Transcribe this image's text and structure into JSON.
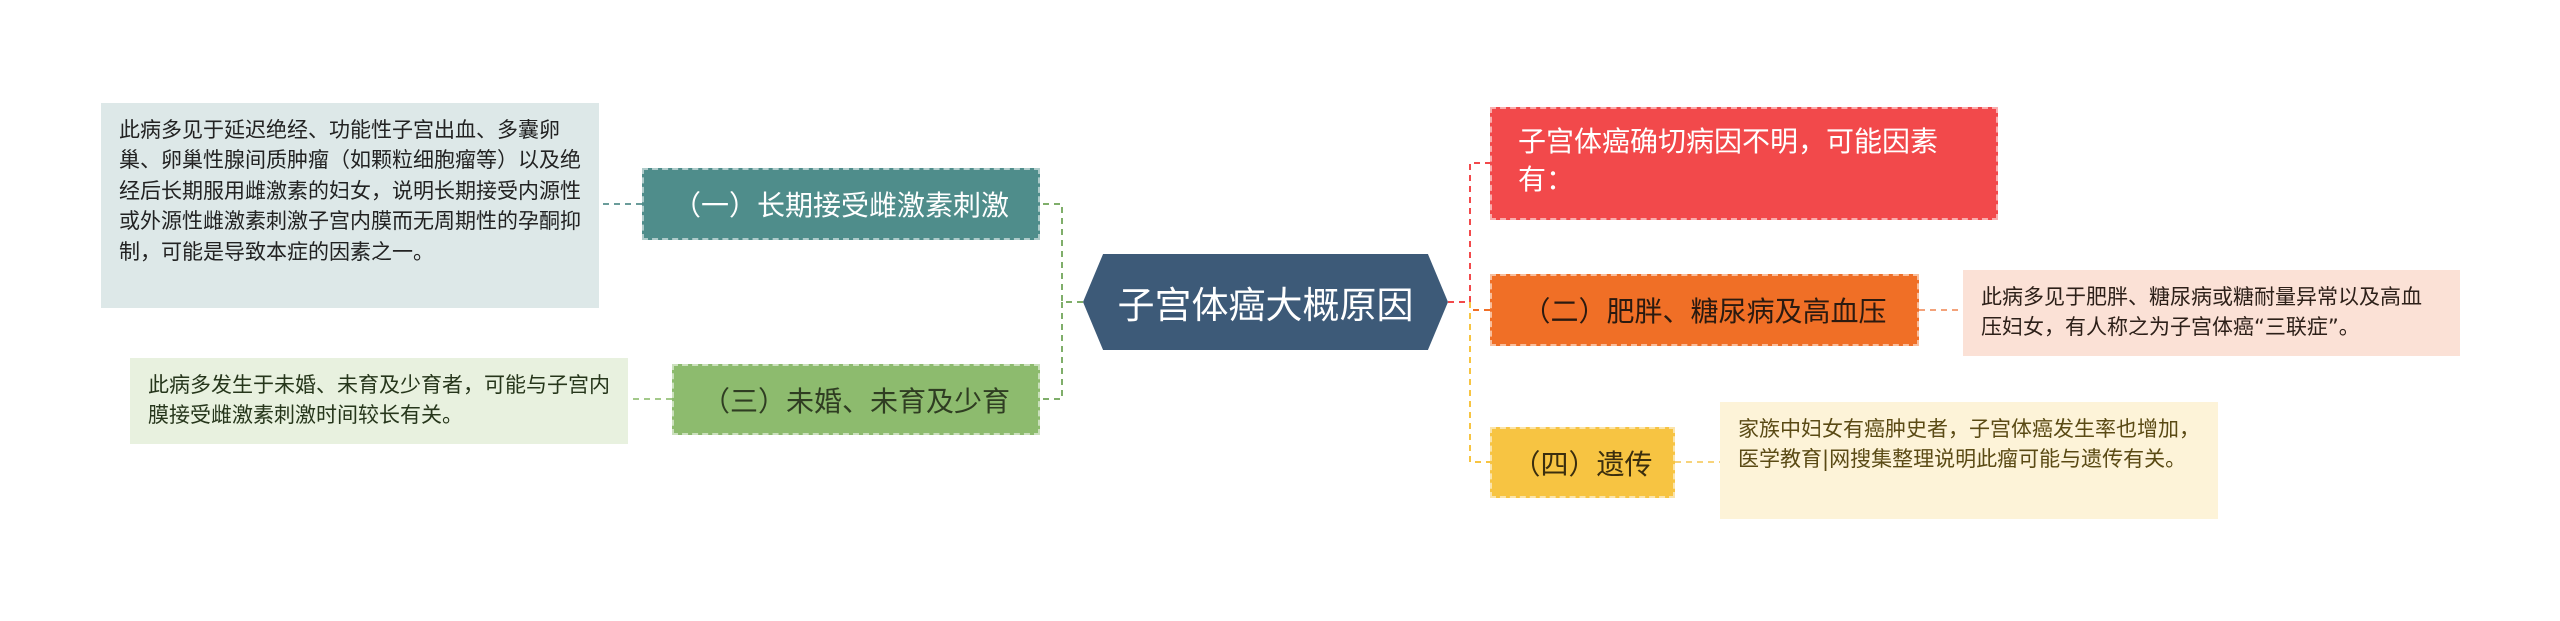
{
  "title": "子宫体癌大概原因",
  "branches": {
    "left_top": {
      "label": "（一）长期接受雌激素刺激",
      "detail": "此病多见于延迟绝经、功能性子宫出血、多囊卵巢、卵巢性腺间质肿瘤（如颗粒细胞瘤等）以及绝经后长期服用雌激素的妇女，说明长期接受内源性或外源性雌激素刺激子宫内膜而无周期性的孕酮抑制，可能是导致本症的因素之一。"
    },
    "left_bottom": {
      "label": "（三）未婚、未育及少育",
      "detail": "此病多发生于未婚、未育及少育者，可能与子宫内膜接受雌激素刺激时间较长有关。"
    },
    "right_top": {
      "label": "子宫体癌确切病因不明，可能因素有："
    },
    "right_middle": {
      "label": "（二）肥胖、糖尿病及高血压",
      "detail": "此病多见于肥胖、糖尿病或糖耐量异常以及高血压妇女，有人称之为子宫体癌“三联症”。"
    },
    "right_bottom": {
      "label": "（四）遗传",
      "detail": "家族中妇女有癌肿史者，子宫体癌发生率也增加，医学教育|网搜集整理说明此瘤可能与遗传有关。"
    }
  },
  "colors": {
    "center": "#3d5a78",
    "teal": "#4f8d8b",
    "green": "#8dbb6e",
    "red": "#f2494b",
    "orange": "#f06f26",
    "yellow": "#f7c442"
  }
}
